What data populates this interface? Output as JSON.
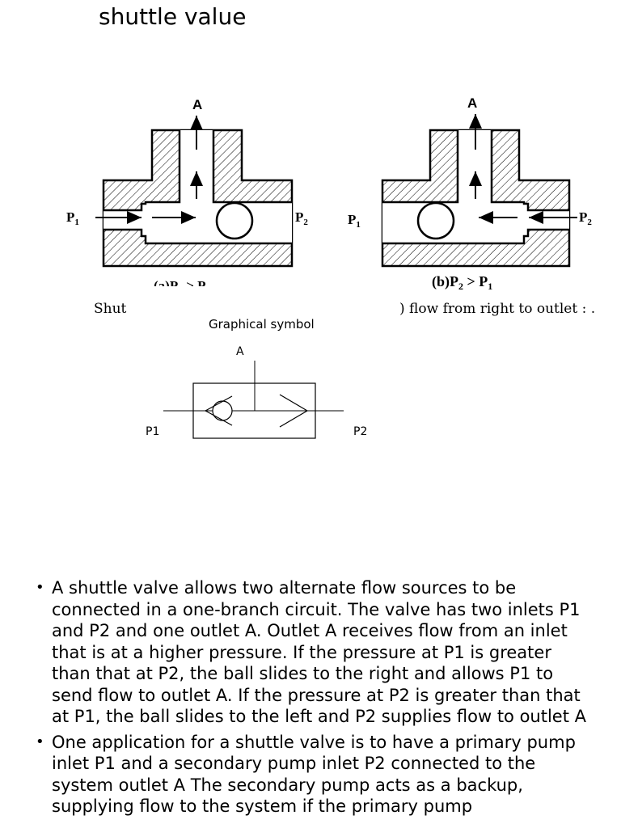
{
  "slide_title": "shuttle value",
  "figure_a": {
    "outlet_label": "A",
    "inlet_left_label": "P",
    "inlet_left_sub": "1",
    "inlet_right_label": "P",
    "inlet_right_sub": "2",
    "caption": "(a)P",
    "caption_tail": "> P"
  },
  "figure_b": {
    "outlet_label": "A",
    "inlet_left_label": "P",
    "inlet_left_sub": "1",
    "inlet_right_label": "P",
    "inlet_right_sub": "2",
    "caption_main": "(b)P",
    "caption_sub_1": "2",
    "caption_mid": " > P",
    "caption_sub_2": "1"
  },
  "caption_left": "Shut",
  "caption_right": ") flow from right to outlet : .",
  "graphical_symbol": {
    "title": "Graphical symbol",
    "outlet_label": "A",
    "inlet_left_label": "P1",
    "inlet_right_label": "P2"
  },
  "bullets": [
    "A shuttle valve allows two alternate flow sources to be connected in a one-branch circuit. The valve has two inlets P1 and P2 and one outlet A. Outlet A receives flow from an inlet that is at a higher pressure. If the pressure at P1 is greater than that at P2, the ball slides to the right and allows P1 to send flow to outlet A. If the pressure at P2 is greater than that at P1, the ball slides to the left and P2 supplies flow to outlet A",
    "One application for a shuttle valve is to have a primary pump inlet P1 and a secondary pump inlet P2 connected to the system outlet A The secondary pump acts as a backup, supplying flow to the system if the primary pump"
  ]
}
